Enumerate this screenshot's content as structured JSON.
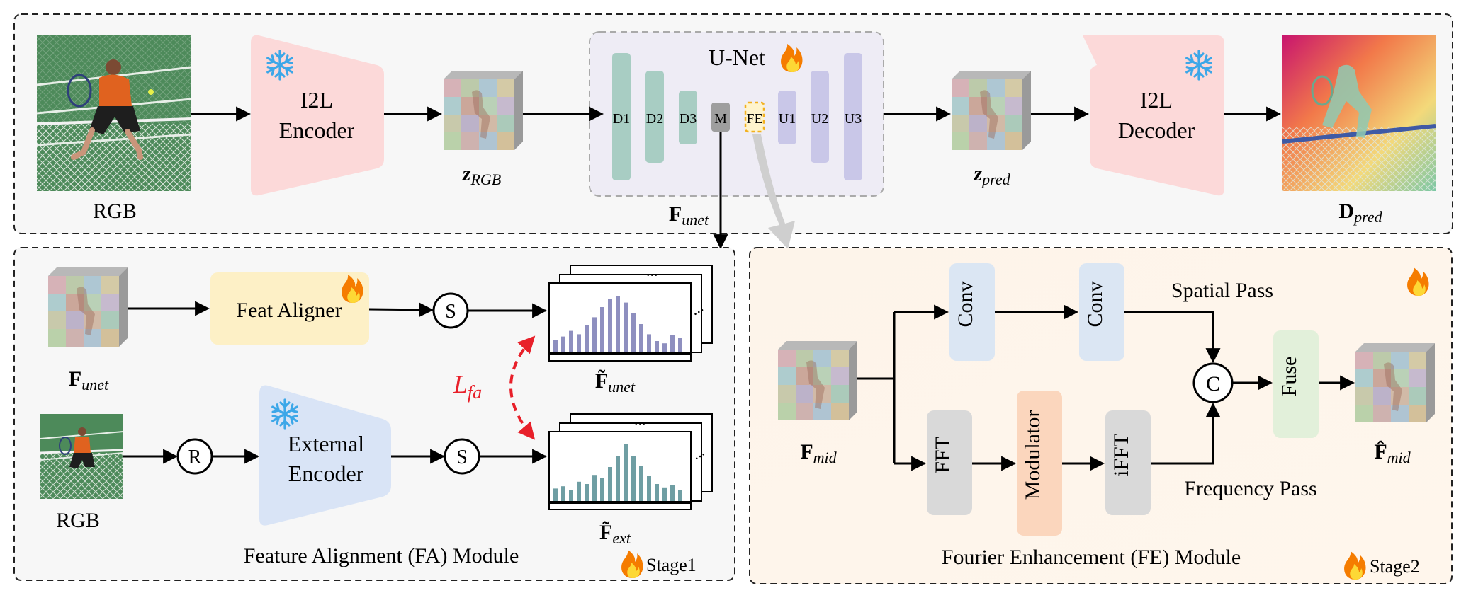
{
  "top": {
    "rgb_label": "RGB",
    "encoder_label_1": "I2L",
    "encoder_label_2": "Encoder",
    "z_rgb_base": "z",
    "z_rgb_sub": "RGB",
    "unet_title": "U-Net",
    "unet_blocks": [
      "D1",
      "D2",
      "D3",
      "M",
      "FE",
      "U1",
      "U2",
      "U3"
    ],
    "z_pred_base": "z",
    "z_pred_sub": "pred",
    "decoder_label_1": "I2L",
    "decoder_label_2": "Decoder",
    "d_pred_base": "D",
    "d_pred_sub": "pred",
    "f_unet_base": "F",
    "f_unet_sub": "unet"
  },
  "fa_module": {
    "title": "Feature Alignment (FA) Module",
    "stage": "Stage1",
    "f_unet_base": "F",
    "f_unet_sub": "unet",
    "feat_aligner": "Feat Aligner",
    "softmax_symbol": "S",
    "resize_symbol": "R",
    "rgb_label": "RGB",
    "external_1": "External",
    "external_2": "Encoder",
    "loss_base": "L",
    "loss_sub": "fa",
    "ft_unet_base": "F̃",
    "ft_unet_sub": "unet",
    "ft_ext_base": "F̃",
    "ft_ext_sub": "ext",
    "dots": "...",
    "hist_unet": [
      0.22,
      0.28,
      0.38,
      0.32,
      0.48,
      0.62,
      0.8,
      0.95,
      1.0,
      0.88,
      0.7,
      0.5,
      0.32,
      0.2,
      0.16,
      0.3,
      0.26
    ],
    "hist_ext": [
      0.22,
      0.26,
      0.2,
      0.34,
      0.3,
      0.46,
      0.4,
      0.6,
      0.8,
      1.0,
      0.8,
      0.62,
      0.44,
      0.3,
      0.24,
      0.28,
      0.2
    ]
  },
  "fe_module": {
    "title": "Fourier Enhancement (FE) Module",
    "stage": "Stage2",
    "f_mid_base": "F",
    "f_mid_sub": "mid",
    "conv1": "Conv",
    "conv2": "Conv",
    "spatial_pass": "Spatial Pass",
    "fft": "FFT",
    "modulator": "Modulator",
    "ifft": "iFFT",
    "frequency_pass": "Frequency Pass",
    "concat_symbol": "C",
    "fuse": "Fuse",
    "fhat_mid_base": "F̂",
    "fhat_mid_sub": "mid"
  },
  "colors": {
    "encoder_pink": "#fcd9d9",
    "aligner_yellow": "#fdf0c6",
    "external_blue": "#d9e4f6",
    "conv_blue": "#dbe6f3",
    "gray_block": "#d9d9d9",
    "modulator_orange": "#fbd6bd",
    "fuse_green": "#e2f0da",
    "loss_red": "#e8202a",
    "hist_unet": "#8e8fbf",
    "hist_ext": "#6f9ea3",
    "snowflake": "#3ca7e8",
    "flame": "#f57c00"
  }
}
